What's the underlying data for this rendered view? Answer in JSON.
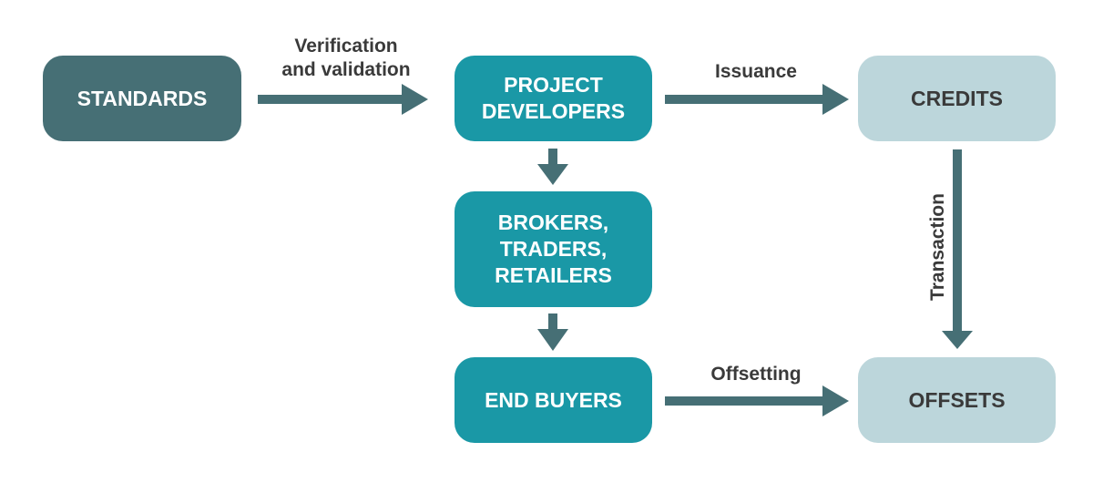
{
  "colors": {
    "arrow": "#466f75",
    "standards_fill": "#466f75",
    "actor_fill": "#1a98a6",
    "outcome_fill": "#bcd6db",
    "label_text": "#3a3a3a"
  },
  "nodes": {
    "standards": "STANDARDS",
    "project_developers": "PROJECT\nDEVELOPERS",
    "credits": "CREDITS",
    "brokers": "BROKERS,\nTRADERS,\nRETAILERS",
    "end_buyers": "END BUYERS",
    "offsets": "OFFSETS"
  },
  "edges": {
    "verification": "Verification\nand validation",
    "issuance": "Issuance",
    "transaction": "Transaction",
    "offsetting": "Offsetting"
  }
}
